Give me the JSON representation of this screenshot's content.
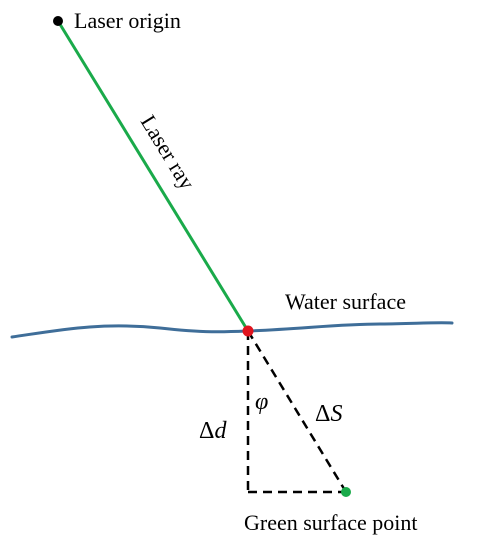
{
  "labels": {
    "laser_origin": "Laser origin",
    "laser_ray": "Laser ray",
    "water_surface": "Water surface",
    "phi": "φ",
    "delta_d_symbol": "Δ",
    "delta_d_var": "d",
    "delta_s_symbol": "Δ",
    "delta_s_var": "S",
    "green_surface_point": "Green surface point"
  },
  "colors": {
    "laser_ray": "#1aaa4a",
    "water_surface": "#3f6e99",
    "origin_point": "#000000",
    "intersection_point": "#e0141e",
    "green_point": "#1aaa4a",
    "dashed": "#000000"
  }
}
